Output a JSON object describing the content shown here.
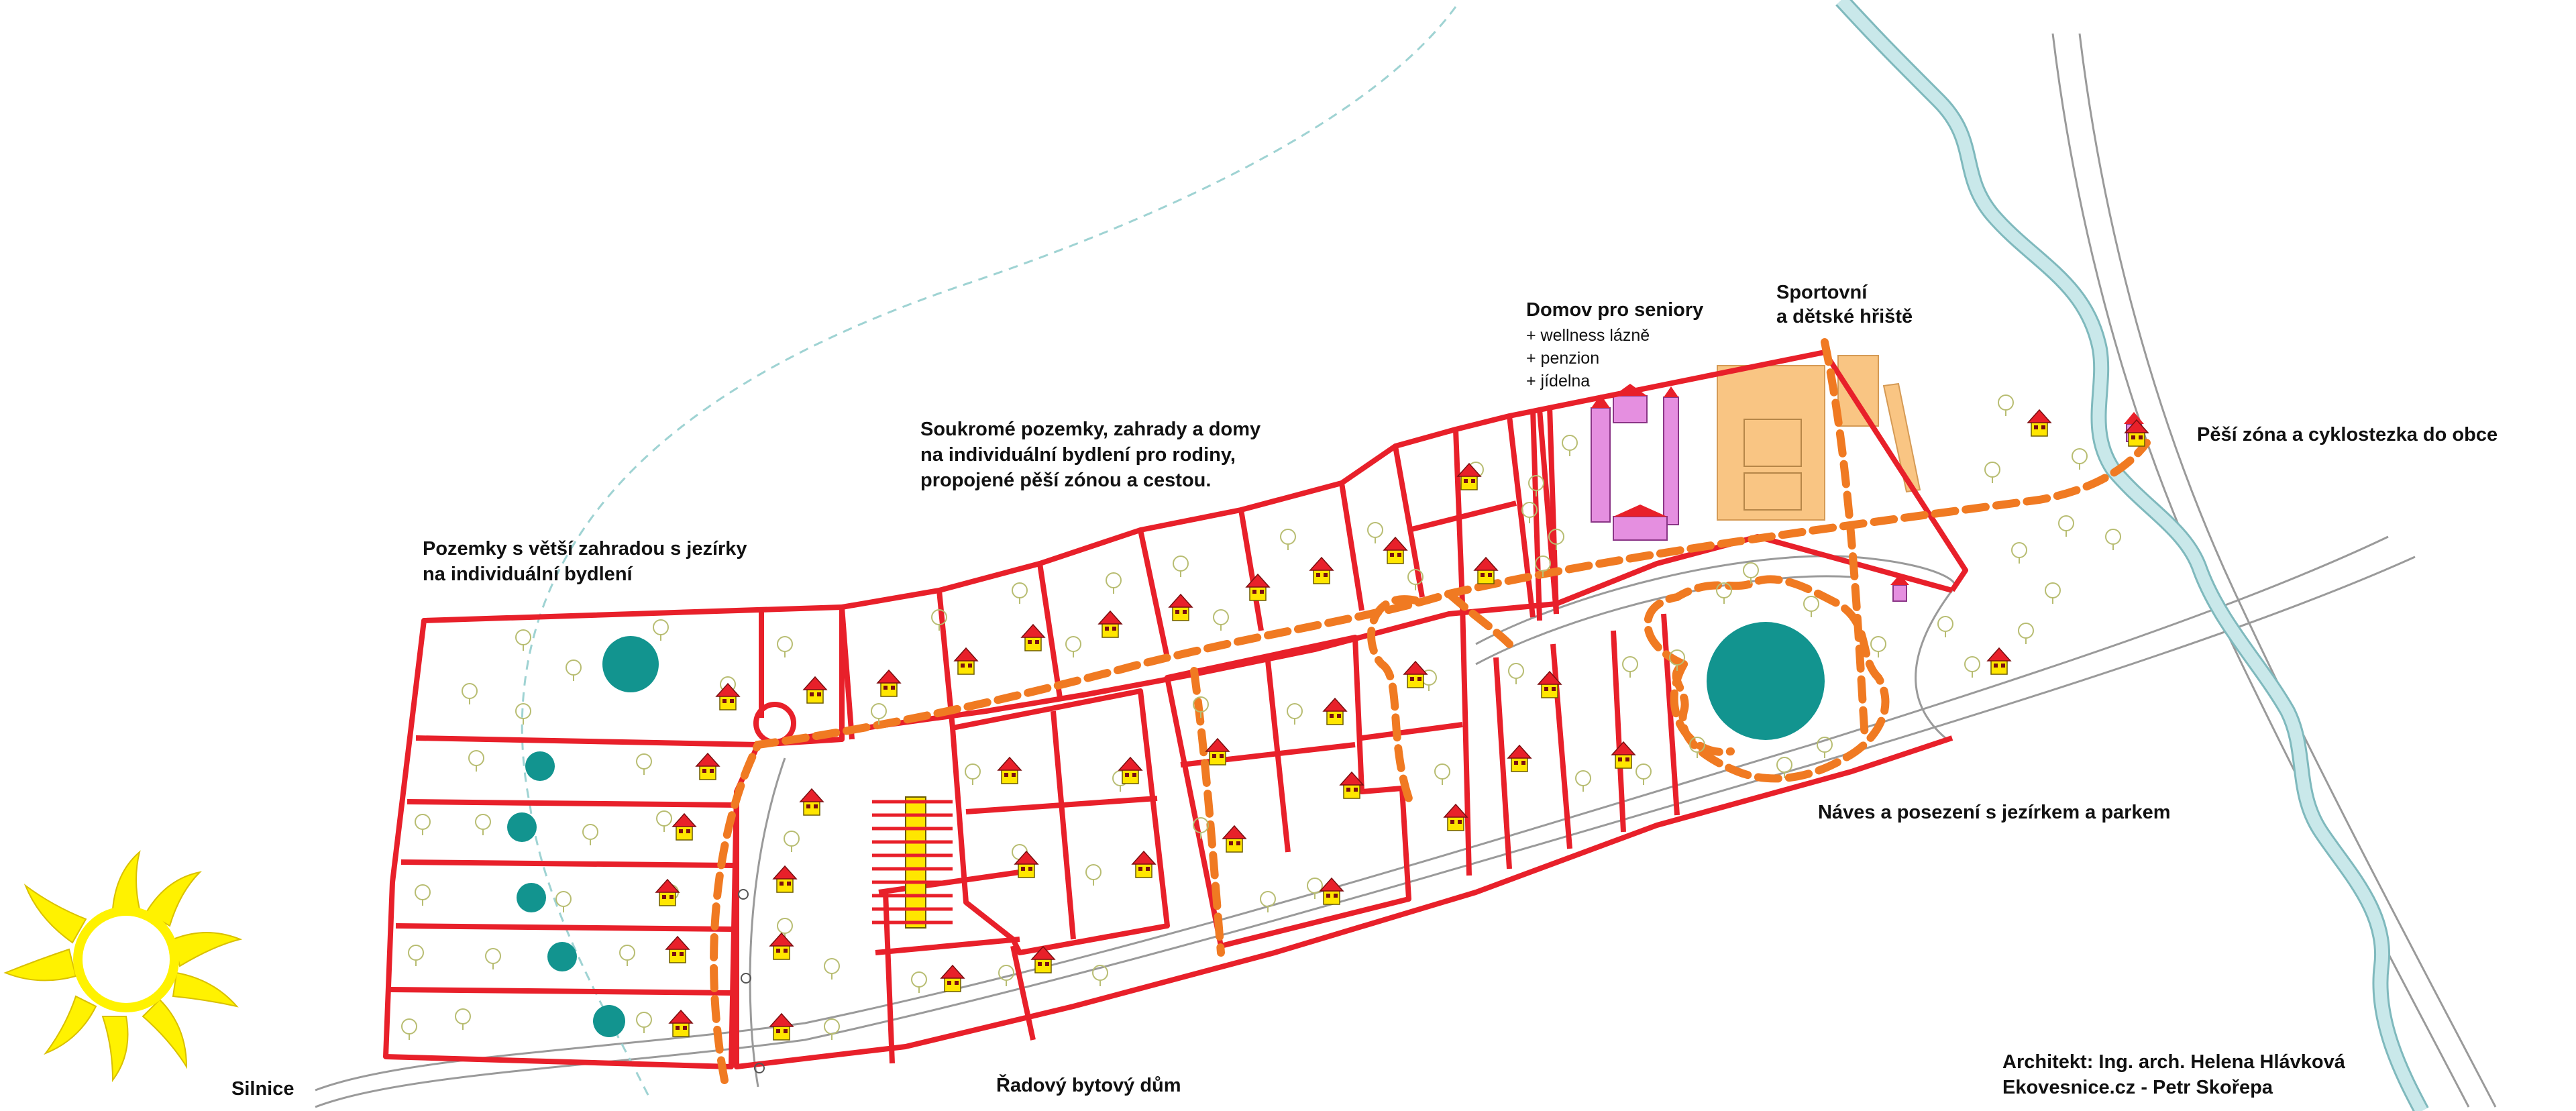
{
  "labels": {
    "lakes_plots": [
      "Pozemky s větší zahradou s jezírky",
      "na individuální bydlení"
    ],
    "private_plots": [
      "Soukromé pozemky, zahrady a domy",
      "na individuální bydlení pro rodiny,",
      "propojené pěší zónou a cestou."
    ],
    "senior_home": {
      "title": "Domov pro seniory",
      "items": [
        "+ wellness lázně",
        "+ penzion",
        "+ jídelna"
      ]
    },
    "sports": [
      "Sportovní",
      "a dětské hřiště"
    ],
    "pedestrian_zone": "Pěší zóna a cyklostezka do obce",
    "village_green": "Náves a posezení s jezírkem a parkem",
    "road": "Silnice",
    "row_house": "Řadový bytový dům",
    "architect": "Architekt:  Ing. arch. Helena Hlávková",
    "credit": "Ekovesnice.cz - Petr Skořepa"
  },
  "colors": {
    "plot_outline": "#e8202a",
    "path": "#f07a22",
    "pond": "#12948f",
    "river": "#c9e8ea",
    "sun": "#fff200",
    "sports_field": "#f9c583",
    "senior_building": "#e58fe0",
    "house_wall": "#ffe600",
    "house_roof": "#e8202a",
    "road_line": "#9a9a9a",
    "tree": "#b8bd72"
  },
  "icons": [
    "sun-icon",
    "house-icon",
    "tree-icon",
    "pond-icon",
    "river"
  ]
}
